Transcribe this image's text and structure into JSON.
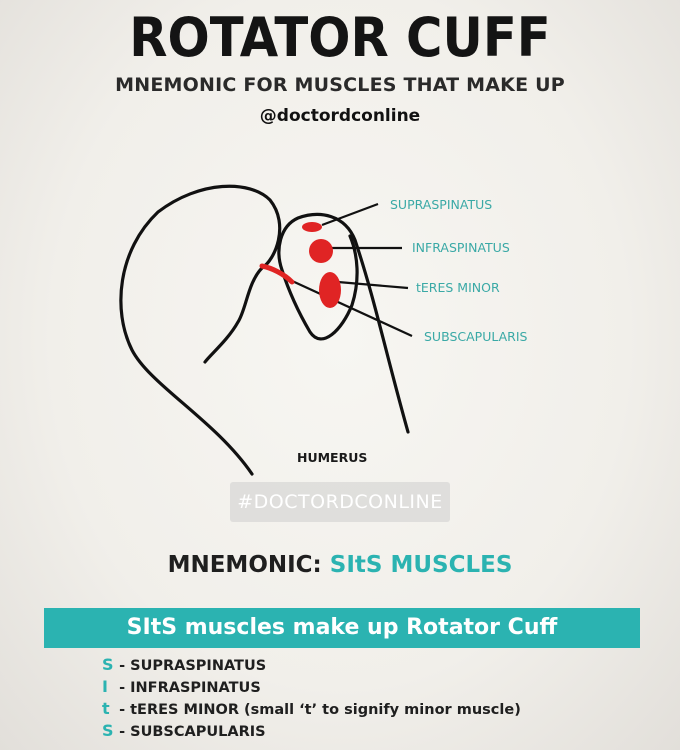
{
  "header": {
    "title": "ROTATOR CUFF",
    "subtitle": "MNEMONIC FOR MUSCLES THAT MAKE UP",
    "handle": "@doctordconline"
  },
  "diagram": {
    "labels": {
      "supraspinatus": "SUPRASPINATUS",
      "infraspinatus": "INFRASPINATUS",
      "teres_minor": "tERES MINOR",
      "subscapularis": "SUBSCAPULARIS",
      "humerus": "HUMERUS"
    },
    "label_color": "#3aa9a6",
    "marker_color": "#e02424"
  },
  "watermark": "#DOCTORDCONLINE",
  "mnemonic": {
    "prefix": "MNEMONIC:",
    "highlight": "SItS MUSCLES"
  },
  "banner": "SItS muscles make up Rotator Cuff",
  "list": [
    {
      "letter": "S",
      "text": "- SUPRASPINATUS"
    },
    {
      "letter": "I",
      "text": "- INFRASPINATUS"
    },
    {
      "letter": "t",
      "text": "- tERES MINOR (small ‘t’ to signify minor muscle)"
    },
    {
      "letter": "S",
      "text": "- SUBSCAPULARIS"
    }
  ],
  "colors": {
    "accent": "#2bb3b1",
    "marker": "#e02424"
  }
}
